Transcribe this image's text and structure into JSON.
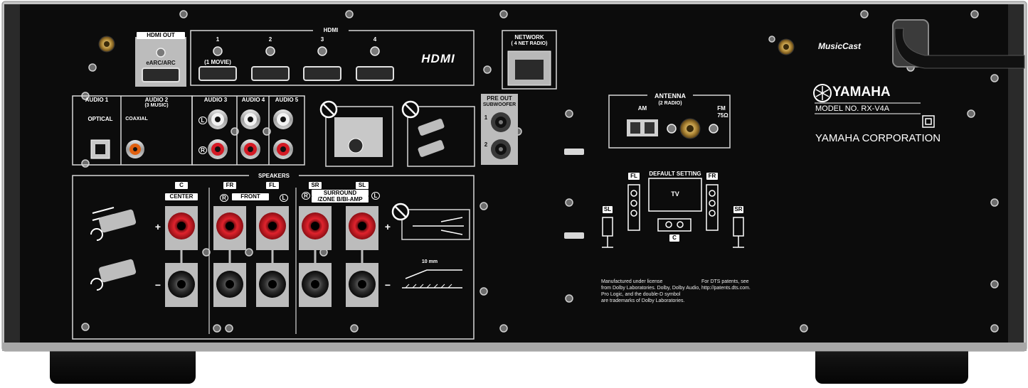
{
  "hdmi": {
    "out_label": "HDMI OUT",
    "earc_label": "eARC/ARC",
    "group_label": "HDMI",
    "inputs": [
      {
        "num": "1",
        "note": "(1 MOVIE)"
      },
      {
        "num": "2",
        "note": ""
      },
      {
        "num": "3",
        "note": ""
      },
      {
        "num": "4",
        "note": ""
      }
    ],
    "logo": "HDMI"
  },
  "network": {
    "label": "NETWORK",
    "note": "( 4 NET RADIO)"
  },
  "musiccast": "MusicCast",
  "brand": {
    "name": "YAMAHA",
    "model": "MODEL NO.  RX-V4A",
    "corporation": "YAMAHA CORPORATION"
  },
  "audio": {
    "audio1": "AUDIO 1",
    "optical": "OPTICAL",
    "audio2": "AUDIO 2",
    "audio2_note": "(3 MUSIC)",
    "coaxial": "COAXIAL",
    "audio3": "AUDIO 3",
    "audio4": "AUDIO 4",
    "audio5": "AUDIO 5",
    "left": "L",
    "right": "R"
  },
  "preout": {
    "label": "PRE OUT",
    "sub": "SUBWOOFER",
    "one": "1",
    "two": "2"
  },
  "antenna": {
    "label": "ANTENNA",
    "note": "(2 RADIO)",
    "am": "AM",
    "fm": "FM",
    "ohm": "75Ω"
  },
  "speakers": {
    "label": "SPEAKERS",
    "c": "C",
    "center": "CENTER",
    "fr": "FR",
    "fl": "FL",
    "front": "FRONT",
    "sr": "SR",
    "sl": "SL",
    "surround": "SURROUND",
    "zone": "/ZONE B/BI-AMP",
    "plus": "+",
    "minus": "−",
    "r": "R",
    "l": "L",
    "strip_len": "10 mm"
  },
  "diagram": {
    "title": "DEFAULT SETTING",
    "tv": "TV",
    "fl": "FL",
    "fr": "FR",
    "sl": "SL",
    "sr": "SR",
    "c": "C"
  },
  "notices": {
    "dolby": [
      "Manufactured under license",
      "from Dolby Laboratories. Dolby, Dolby Audio,",
      "Pro Logic, and the double-D symbol",
      "are trademarks of Dolby Laboratories."
    ],
    "dts": [
      "For DTS patents, see",
      "http://patents.dts.com."
    ]
  },
  "colors": {
    "panel": "#0c0c0c",
    "frame": "#bdbdbd",
    "terminal_red": "#d41a24",
    "terminal_black": "#1a1a1a",
    "screen": "#b0b0b0"
  }
}
